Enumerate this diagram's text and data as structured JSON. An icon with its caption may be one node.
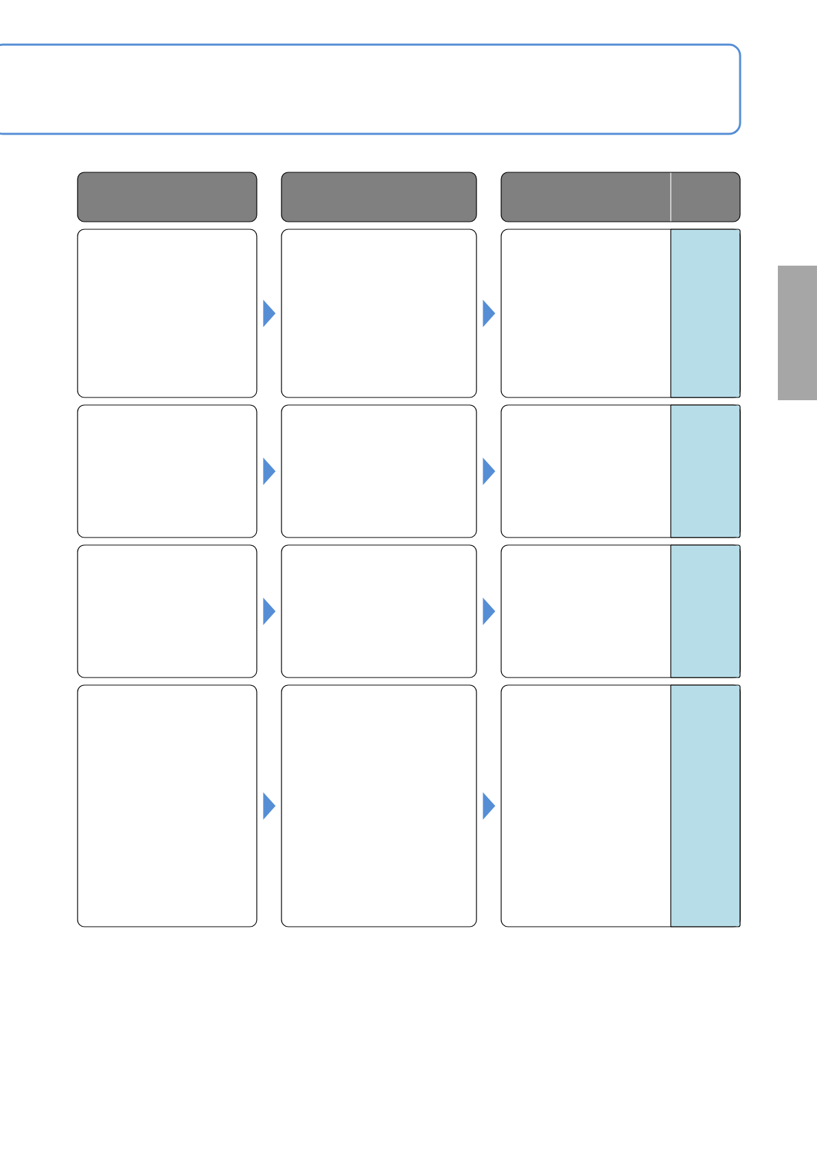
{
  "diagram": {
    "nodes": [
      {
        "text": [],
        "shape": "box"
      },
      {
        "text": [],
        "shape": "box"
      },
      {
        "text": [],
        "shape": "box"
      },
      {
        "text": [],
        "shape": "box"
      },
      {
        "text": [],
        "shape": "box"
      },
      {
        "text": [],
        "shape": "box"
      },
      {
        "text": [],
        "shape": "box"
      },
      {
        "text": [],
        "shape": "box"
      },
      {
        "text": [],
        "shape": "box"
      },
      {
        "text": [],
        "shape": "box"
      },
      {
        "text": [],
        "shape": "box"
      },
      {
        "text": [],
        "shape": "box"
      },
      {
        "text": [],
        "shape": "box"
      },
      {
        "text": [],
        "shape": "box"
      },
      {
        "text": [],
        "shape": "box"
      },
      {
        "text": [],
        "shape": "box"
      },
      {
        "text": [],
        "shape": "box"
      }
    ],
    "edges": [
      {
        "from": 4,
        "to": 5,
        "arrow": "to"
      },
      {
        "from": 5,
        "to": 6,
        "arrow": "to"
      },
      {
        "from": 7,
        "to": 8,
        "arrow": "to"
      },
      {
        "from": 8,
        "to": 9,
        "arrow": "to"
      },
      {
        "from": 10,
        "to": 11,
        "arrow": "to"
      },
      {
        "from": 11,
        "to": 12,
        "arrow": "to"
      },
      {
        "from": 13,
        "to": 14,
        "arrow": "to"
      },
      {
        "from": 14,
        "to": 15,
        "arrow": "to"
      }
    ]
  }
}
